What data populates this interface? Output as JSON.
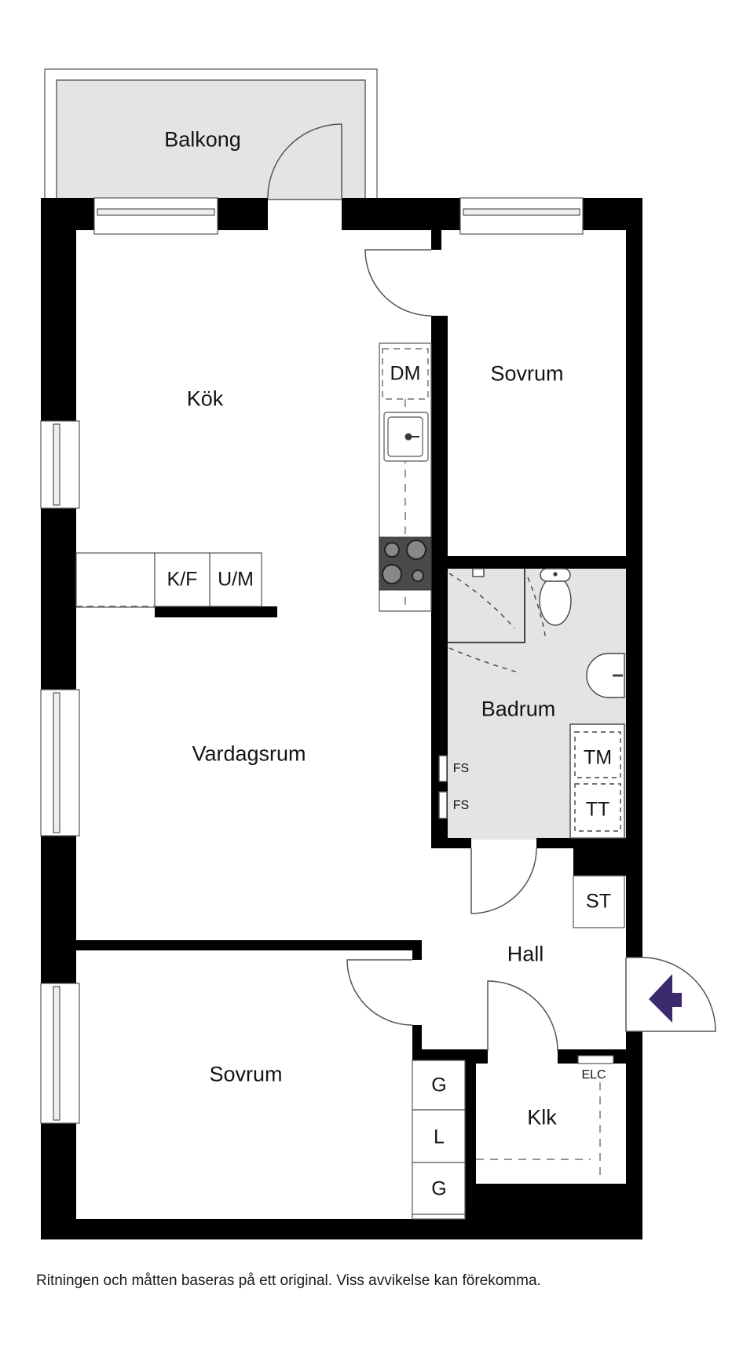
{
  "plan": {
    "rooms": {
      "balcony": "Balkong",
      "kitchen": "Kök",
      "bedroom_top": "Sovrum",
      "bathroom": "Badrum",
      "living_room": "Vardagsrum",
      "hall": "Hall",
      "bedroom_bottom": "Sovrum",
      "closet": "Klk"
    },
    "fixtures": {
      "dishwasher": "DM",
      "fridge_freezer": "K/F",
      "oven_microwave": "U/M",
      "washing_machine": "TM",
      "tumble_dryer": "TT",
      "drying_cabinet_1": "FS",
      "drying_cabinet_2": "FS",
      "storage": "ST",
      "wardrobe_1": "G",
      "linen_closet": "L",
      "wardrobe_2": "G",
      "electrical_cabinet": "ELC"
    },
    "colors": {
      "wall": "#000000",
      "floor_wet": "#e4e4e4",
      "entrance_arrow": "#3b2a6e",
      "stove": "#4a4a4a"
    }
  },
  "footer": {
    "disclaimer": "Ritningen och måtten baseras på ett original. Viss avvikelse kan förekomma."
  }
}
